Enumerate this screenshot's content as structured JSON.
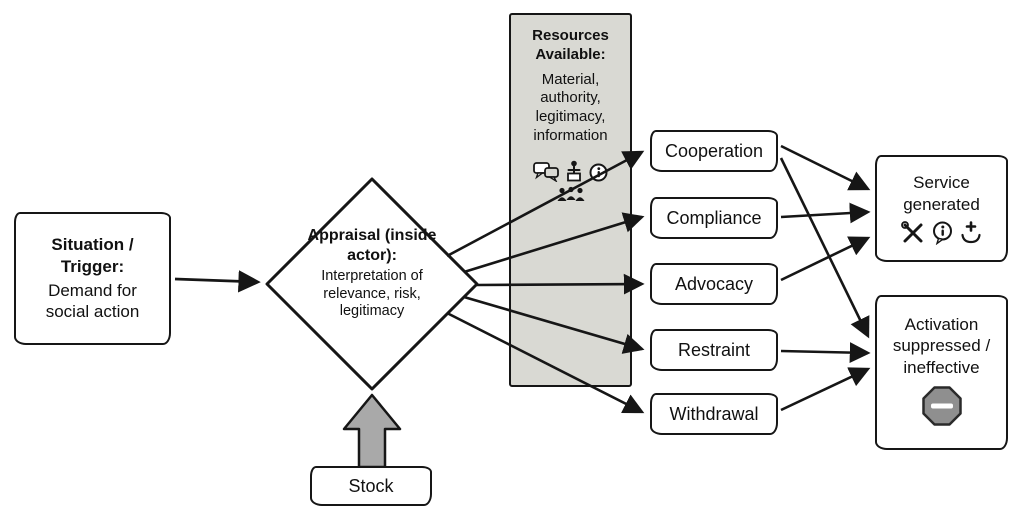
{
  "situation": {
    "title": "Situation / Trigger:",
    "body": "Demand for social action"
  },
  "appraisal": {
    "title": "Appraisal (inside actor):",
    "body": "Interpretation of relevance, risk, legitimacy"
  },
  "stock": {
    "label": "Stock"
  },
  "resources": {
    "title": "Resources Available:",
    "items": [
      "Material,",
      "authority,",
      "legitimacy,",
      "information"
    ],
    "icons": [
      "chat-bubbles",
      "presenter",
      "info",
      "people-group"
    ]
  },
  "strategies": [
    {
      "label": "Cooperation"
    },
    {
      "label": "Compliance"
    },
    {
      "label": "Advocacy"
    },
    {
      "label": "Restraint"
    },
    {
      "label": "Withdrawal"
    }
  ],
  "outcomes": {
    "service": {
      "label": "Service generated",
      "icons": [
        "crossed-tools",
        "info-bubble",
        "hand-plus"
      ]
    },
    "suppressed": {
      "label": "Activation suppressed / ineffective",
      "icon": "no-entry-sign"
    }
  },
  "connections": {
    "from_appraisal": [
      "Cooperation",
      "Compliance",
      "Advocacy",
      "Restraint",
      "Withdrawal"
    ],
    "to_service": [
      "Cooperation",
      "Compliance",
      "Advocacy"
    ],
    "to_suppressed": [
      "Cooperation",
      "Restraint",
      "Withdrawal"
    ]
  },
  "colors": {
    "line": "#161616",
    "panel_fill": "#d9d9d3",
    "arrow_fill": "#a9a9a9",
    "sign_fill": "#8f8f8f"
  }
}
